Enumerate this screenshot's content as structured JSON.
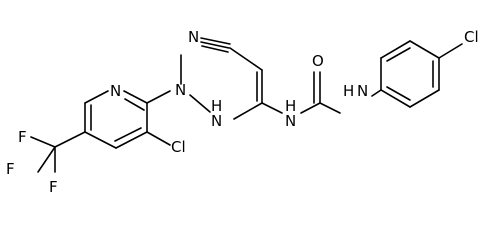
{
  "molecule": {
    "atoms": {
      "nitrile_n": "N",
      "pyridine_n": "N",
      "methyl_n": "N",
      "hydrazine_nh": "H",
      "hydrazine_nh_n": "N",
      "urea_nh1": "H",
      "urea_nh1_n": "N",
      "carbonyl_o": "O",
      "urea_nh2": "H",
      "urea_nh2_n": "N",
      "chloro_phenyl": "Cl",
      "chloro_pyridine": "Cl",
      "fluorine_top": "F",
      "fluorine_left": "F",
      "fluorine_bottom": "F"
    }
  }
}
